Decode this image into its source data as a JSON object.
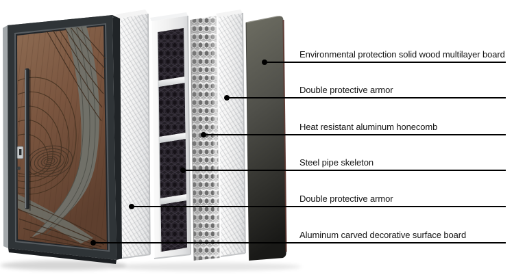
{
  "diagram": {
    "type": "exploded-layer-diagram",
    "subject": "security door construction layers",
    "background_color": "#ffffff",
    "callout_line_color": "#000000",
    "callout_text_color": "#141414",
    "callouts": [
      {
        "label": "Environmental protection solid wood multilayer board",
        "target": "solid-wood-multilayer-board"
      },
      {
        "label": "Double protective armor",
        "target": "protective-armor-inner"
      },
      {
        "label": "Heat resistant aluminum honecomb",
        "target": "aluminum-honeycomb-mesh"
      },
      {
        "label": "Steel pipe skeleton",
        "target": "steel-pipe-skeleton"
      },
      {
        "label": "Double protective armor",
        "target": "protective-armor-outer"
      },
      {
        "label": "Aluminum carved decorative surface board",
        "target": "carved-door-surface"
      }
    ],
    "layers_left_to_right": [
      "carved-security-door",
      "protective-armor-outer",
      "steel-pipe-skeleton",
      "aluminum-honeycomb-mesh",
      "protective-armor-inner",
      "solid-wood-multilayer-board"
    ],
    "palette": {
      "door_frame": "#2f3437",
      "door_wood": "#7d5a42",
      "carved_groove": "#3c2b1e",
      "gray_carved_band": "#70716a",
      "armor_panel": "#ececec",
      "mesh_dark": "#231f26",
      "honeycomb_silver": "#d7d7d7",
      "wood_board_top": "#6e6e63",
      "wood_board_bottom": "#191917",
      "board_edge_maroon": "#58322b"
    }
  }
}
